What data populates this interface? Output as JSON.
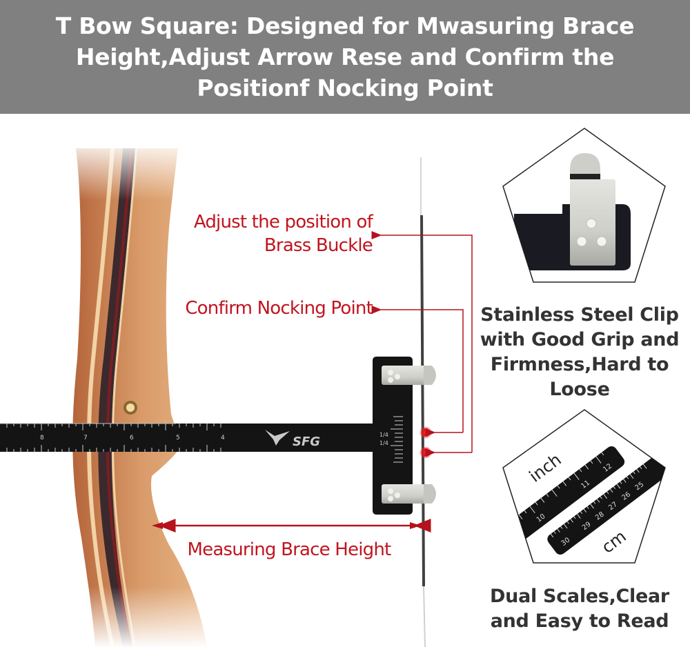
{
  "header": {
    "title": "T Bow Square: Designed for Mwasuring Brace Height,Adjust Arrow Rese and Confirm the Positionf Nocking Point",
    "background": "#808080"
  },
  "product": {
    "brand_logo": "SFG",
    "ruler_numbers": [
      "8",
      "7",
      "6",
      "5",
      "4"
    ],
    "head_labels": [
      "1/4",
      "1/4"
    ]
  },
  "callouts": {
    "brass_buckle": "Adjust the position of Brass Buckle",
    "brass_buckle_line1": "Adjust the position of",
    "brass_buckle_line2": "Brass Buckle",
    "nocking_point": "Confirm Nocking Point",
    "brace_height": "Measuring Brace Height",
    "color": "#c1141f"
  },
  "features": [
    {
      "icon": "steel-clip-icon",
      "text": "Stainless Steel Clip with Good Grip and Firmness,Hard to Loose",
      "lines": [
        "Stainless Steel Clip",
        "with Good Grip and",
        "Firmness,Hard to",
        "Loose"
      ]
    },
    {
      "icon": "dual-scale-ruler-icon",
      "text": "Dual Scales,Clear and Easy to Read",
      "lines": [
        "Dual Scales,Clear",
        "and Easy to Read"
      ],
      "scale_labels": [
        "inch",
        "cm"
      ],
      "inch_numbers": [
        "10",
        "11",
        "12"
      ],
      "cm_numbers": [
        "30",
        "29",
        "28",
        "27",
        "26",
        "25"
      ]
    }
  ]
}
